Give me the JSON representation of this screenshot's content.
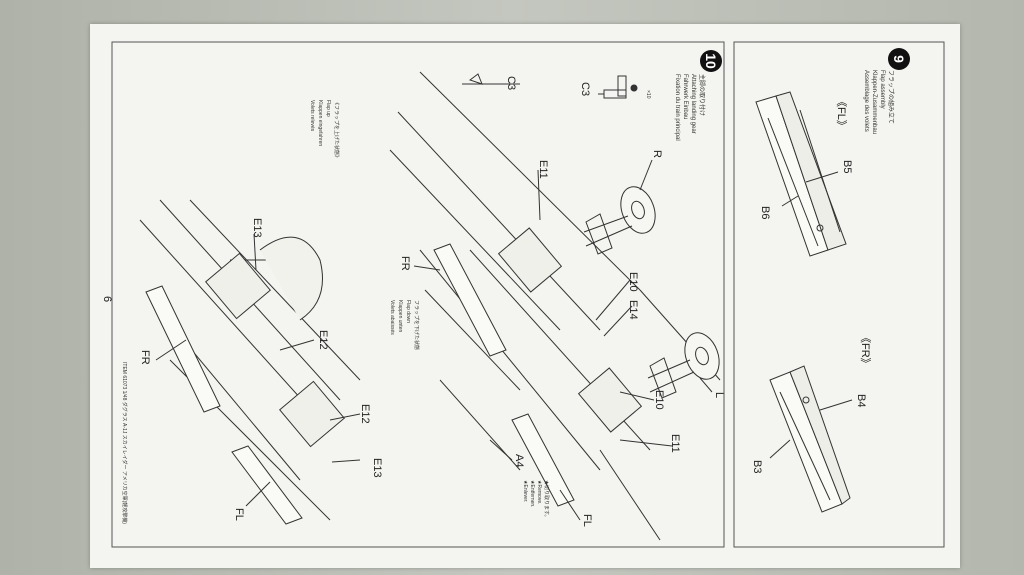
{
  "page_number": "6",
  "footer": "ITEM 61073 1/48 ダグラス A-1J スカイレイダー アメリカ空軍(軽攻撃機)",
  "step9": {
    "number": "9",
    "title_jp": "フラップの組み立て",
    "title_en": "Flap assembly",
    "title_de": "Klappen-Zusammenbau",
    "title_fr": "Assemblage des volets",
    "fl_tag": "《FL》",
    "fr_tag": "《FR》",
    "parts": {
      "b5": "B5",
      "b6": "B6",
      "b4": "B4",
      "b3": "B3"
    }
  },
  "step10": {
    "number": "10",
    "title_jp": "主脚の取り付け",
    "title_en": "Attaching landing gear",
    "title_de": "Fahrwerk Einbau",
    "title_fr": "Fixation du train principal",
    "flap_up_jp": "《フラップを上げた状態》",
    "flap_up_en": "Flap up",
    "flap_up_de": "Klappen eingefahren",
    "flap_up_fr": "Volets relevés",
    "flap_down_jp": "フラップを下げた状態",
    "flap_down_en": "Flap down",
    "flap_down_de": "Klappen unten",
    "flap_down_fr": "Volets abaissés",
    "remove_jp": "★切り取ります。",
    "remove_en": "★Remove.",
    "remove_de": "★Entfernen.",
    "remove_fr": "★Enlever.",
    "qty": "×10",
    "parts": {
      "c3a": "C3",
      "c3b": "C3",
      "r": "R",
      "l": "L",
      "e11a": "E11",
      "e11b": "E11",
      "e10a": "E10",
      "e10b": "E10",
      "e14": "E14",
      "e13a": "E13",
      "e13b": "E13",
      "e12a": "E12",
      "e12b": "E12",
      "fra": "FR",
      "frb": "FR",
      "fla": "FL",
      "flb": "FL",
      "a4": "A4"
    }
  }
}
